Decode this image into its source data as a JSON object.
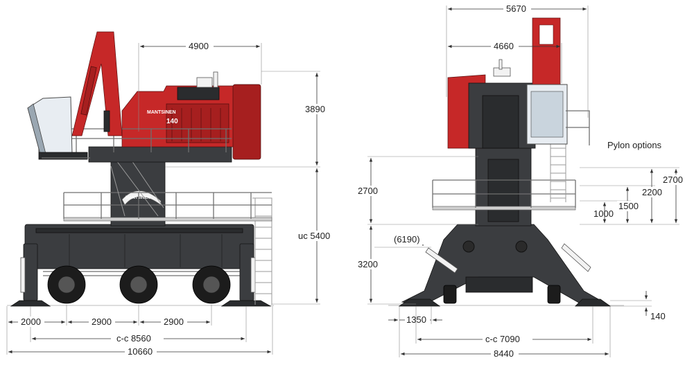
{
  "brand": {
    "logo_text": "MANTSINEN",
    "model_number": "140",
    "brand_red": "#c62828",
    "undercarriage_color": "#3b3d40"
  },
  "side_view": {
    "dim_2000": "2000",
    "dim_2900_a": "2900",
    "dim_2900_b": "2900",
    "dim_cc_8560": "c-c 8560",
    "dim_10660": "10660",
    "dim_4900": "4900",
    "dim_3890": "3890",
    "dim_uc_5400": "uc 5400"
  },
  "front_view": {
    "dim_5670": "5670",
    "dim_4660": "4660",
    "dim_2700_left": "2700",
    "dim_3200": "3200",
    "dim_6190": "(6190)",
    "dim_1350": "1350",
    "dim_cc_7090": "c-c 7090",
    "dim_8440": "8440",
    "dim_140": "140",
    "pylon_title": "Pylon options",
    "pylon_1000": "1000",
    "pylon_1500": "1500",
    "pylon_2200": "2200",
    "pylon_2700": "2700"
  }
}
